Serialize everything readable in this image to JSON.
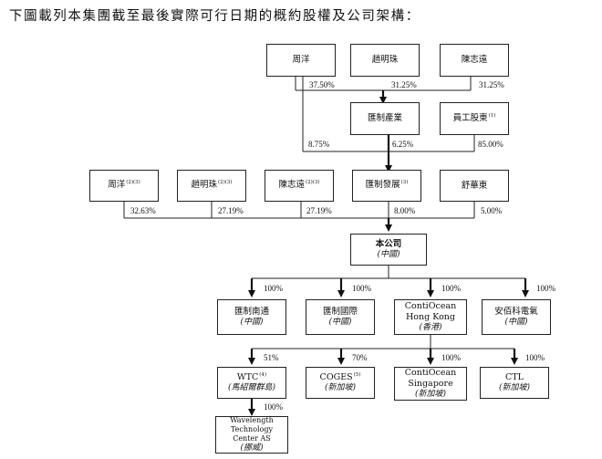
{
  "title": "下圖載列本集團截至最後實際可行日期的概約股權及公司架構：",
  "boxes": {
    "zhou_top": {
      "name": "周洋"
    },
    "zhao_top": {
      "name": "趙明珠"
    },
    "chen_top": {
      "name": "陳志遠"
    },
    "huizhi_chanye": {
      "name": "匯制產業"
    },
    "employee": {
      "name": "員工股東",
      "sup": "(1)"
    },
    "zhou_mid": {
      "name": "周洋",
      "sup": "(2)(3)"
    },
    "zhao_mid": {
      "name": "趙明珠",
      "sup": "(2)(3)"
    },
    "chen_mid": {
      "name": "陳志遠",
      "sup": "(2)(3)"
    },
    "huizhi_fazhan": {
      "name": "匯制發展",
      "sup": "(3)"
    },
    "shu": {
      "name": "舒華東"
    },
    "company": {
      "name": "本公司",
      "sub": "(中國)"
    },
    "nantong": {
      "name": "匯制南通",
      "sub": "(中國)"
    },
    "guoji": {
      "name": "匯制國際",
      "sub": "(中國)"
    },
    "conti_hk": {
      "name": "ContiOcean",
      "name2": "Hong Kong",
      "sub": "(香港)"
    },
    "anbaike": {
      "name": "安佰科電氣",
      "sub": "(中國)"
    },
    "wtc": {
      "name": "WTC",
      "sup": "(4)",
      "sub": "(馬紹爾群島)"
    },
    "coges": {
      "name": "COGES",
      "sup": "(5)",
      "sub": "(新加坡)"
    },
    "conti_sg": {
      "name": "ContiOcean",
      "name2": "Singapore",
      "sub": "(新加坡)"
    },
    "ctl": {
      "name": "CTL",
      "sub": "(新加坡)"
    },
    "wavelength": {
      "name": "Wavelength Technology",
      "name2": "Center AS",
      "sub": "(挪威)"
    }
  },
  "percentages": {
    "p_zhou_top": "37.50%",
    "p_zhao_top": "31.25%",
    "p_chen_top": "31.25%",
    "p_zhou_to_fz": "8.75%",
    "p_chanye_to_fz": "6.25%",
    "p_emp_to_fz": "85.00%",
    "p_zhou_mid": "32.63%",
    "p_zhao_mid": "27.19%",
    "p_chen_mid": "27.19%",
    "p_fz": "8.00%",
    "p_shu": "5.00%",
    "p_nantong": "100%",
    "p_guoji": "100%",
    "p_conti_hk": "100%",
    "p_anbaike": "100%",
    "p_wtc": "51%",
    "p_coges": "70%",
    "p_conti_sg": "100%",
    "p_ctl": "100%",
    "p_wavelength": "100%"
  }
}
